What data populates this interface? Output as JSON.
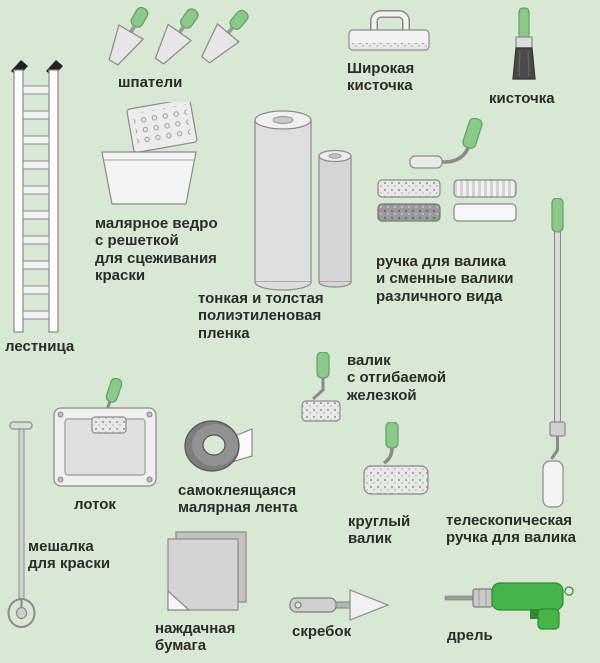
{
  "colors": {
    "background": "#d9e8d5",
    "handle_green": "#8bc98b",
    "drill_green": "#45b54a",
    "tool_gray": "#e6e6e6",
    "text": "#2b2b2b"
  },
  "items": [
    {
      "id": "ladder",
      "icon": "ladder-illustration",
      "label": "лестница"
    },
    {
      "id": "trowels",
      "icon": "trowels-illustration",
      "label": "шпатели"
    },
    {
      "id": "wide-brush",
      "icon": "wide-brush-illustration",
      "label": "Широкая\nкисточка"
    },
    {
      "id": "brush",
      "icon": "brush-illustration",
      "label": "кисточка"
    },
    {
      "id": "paint-bucket",
      "icon": "paint-bucket-illustration",
      "label": "малярное ведро\nс решеткой\nдля сцеживания\nкраски"
    },
    {
      "id": "film-rolls",
      "icon": "film-rolls-illustration",
      "label": "тонкая и толстая\nполиэтиленовая\nпленка"
    },
    {
      "id": "roller-handle-set",
      "icon": "roller-handle-illustration",
      "label": "ручка для валика\nи сменные валики\nразличного вида"
    },
    {
      "id": "bendable-roller",
      "icon": "bendable-roller-illustration",
      "label": "валик\nс отгибаемой\nжелезкой"
    },
    {
      "id": "tray",
      "icon": "tray-illustration",
      "label": "лоток"
    },
    {
      "id": "masking-tape",
      "icon": "masking-tape-illustration",
      "label": "самоклеящаяся\nмалярная лента"
    },
    {
      "id": "round-roller",
      "icon": "round-roller-illustration",
      "label": "круглый\nвалик"
    },
    {
      "id": "telescopic-handle",
      "icon": "telescopic-handle-illustration",
      "label": "телескопическая\nручка для валика"
    },
    {
      "id": "paint-mixer",
      "icon": "paint-mixer-illustration",
      "label": "мешалка\nдля краски"
    },
    {
      "id": "sandpaper",
      "icon": "sandpaper-illustration",
      "label": "наждачная\nбумага"
    },
    {
      "id": "scraper",
      "icon": "scraper-illustration",
      "label": "скребок"
    },
    {
      "id": "drill",
      "icon": "drill-illustration",
      "label": "дрель"
    }
  ]
}
